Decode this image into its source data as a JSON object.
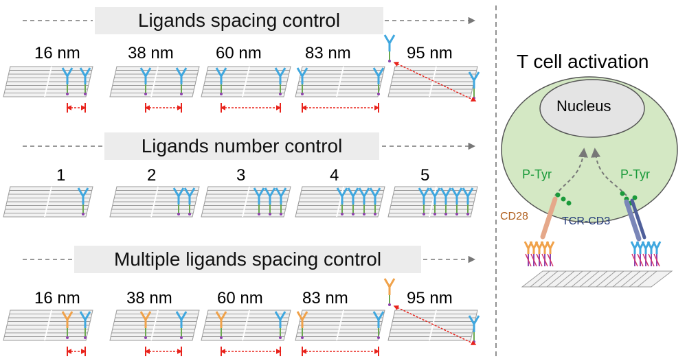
{
  "rows": [
    {
      "title": "Ligands spacing control",
      "labels": [
        "16 nm",
        "38 nm",
        "60 nm",
        "83 nm",
        "95 nm"
      ]
    },
    {
      "title": "Ligands number control",
      "labels": [
        "1",
        "2",
        "3",
        "4",
        "5"
      ]
    },
    {
      "title": "Multiple ligands spacing control",
      "labels": [
        "16 nm",
        "38 nm",
        "60 nm",
        "83 nm",
        "95 nm"
      ]
    }
  ],
  "activation": {
    "title": "T cell activation",
    "nucleus": "Nucleus",
    "ptyr_left": "P-Tyr",
    "ptyr_right": "P-Tyr",
    "cd28": "CD28",
    "tcr": "TCR-CD3"
  },
  "colors": {
    "ligand_blue": "#3fa7df",
    "ligand_orange": "#f0a24a",
    "spacing_arrow": "#e8231c",
    "cell_fill": "#d4e8c4",
    "nucleus_fill": "#e4e4e4",
    "origami": "#9a9a9a",
    "ptyr_green": "#1a9a3a"
  }
}
